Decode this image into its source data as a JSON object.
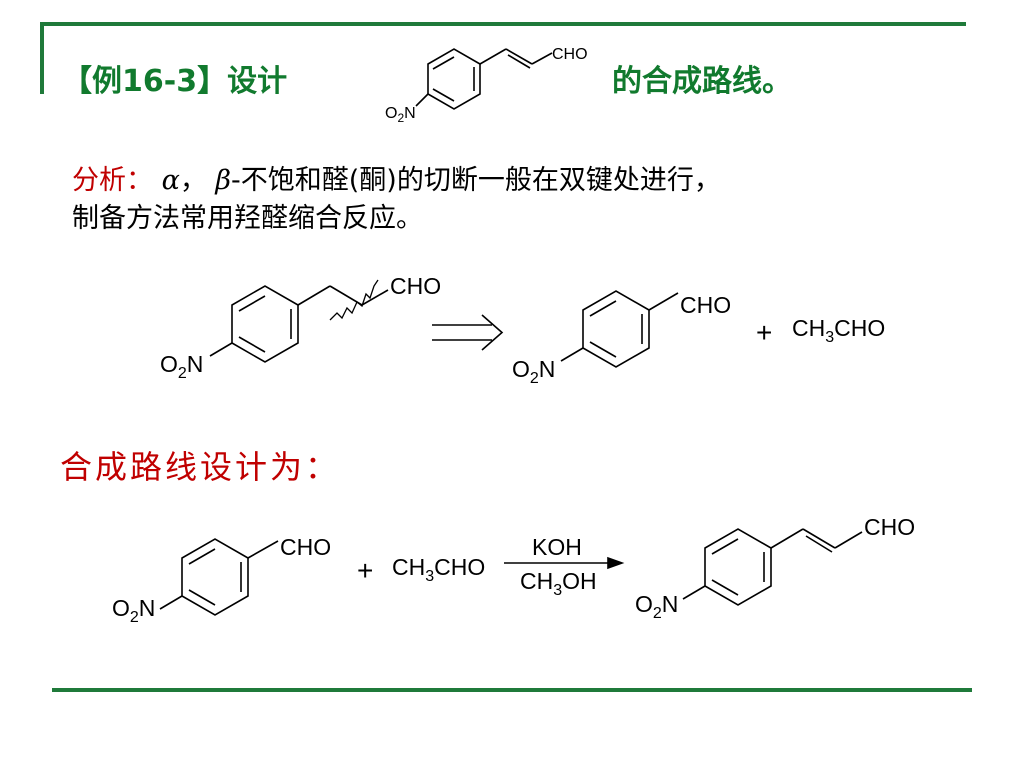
{
  "title": {
    "prefix": "【例16-3】设计",
    "suffix": "的合成路线。"
  },
  "analysis": {
    "label": "分析：",
    "alpha": "α",
    "comma": "，",
    "beta": "β",
    "text_line1": "-不饱和醛(酮)的切断一般在双键处进行，",
    "text_line2": "制备方法常用羟醛缩合反应。"
  },
  "route_heading": "合成路线设计为：",
  "chem": {
    "target_group": "CHO",
    "nitro_group": "O",
    "nitro_sub": "2",
    "nitro_n": "N",
    "aldehyde": "CHO",
    "plus": "+",
    "acetaldehyde_pre": "CH",
    "acetaldehyde_sub": "3",
    "acetaldehyde_post": "CHO",
    "reagent_top": "KOH",
    "reagent_bottom_pre": "CH",
    "reagent_bottom_sub": "3",
    "reagent_bottom_post": "OH"
  },
  "colors": {
    "accent_green": "#117a2e",
    "rule_green": "#1f7a3a",
    "label_red": "#c00000"
  }
}
